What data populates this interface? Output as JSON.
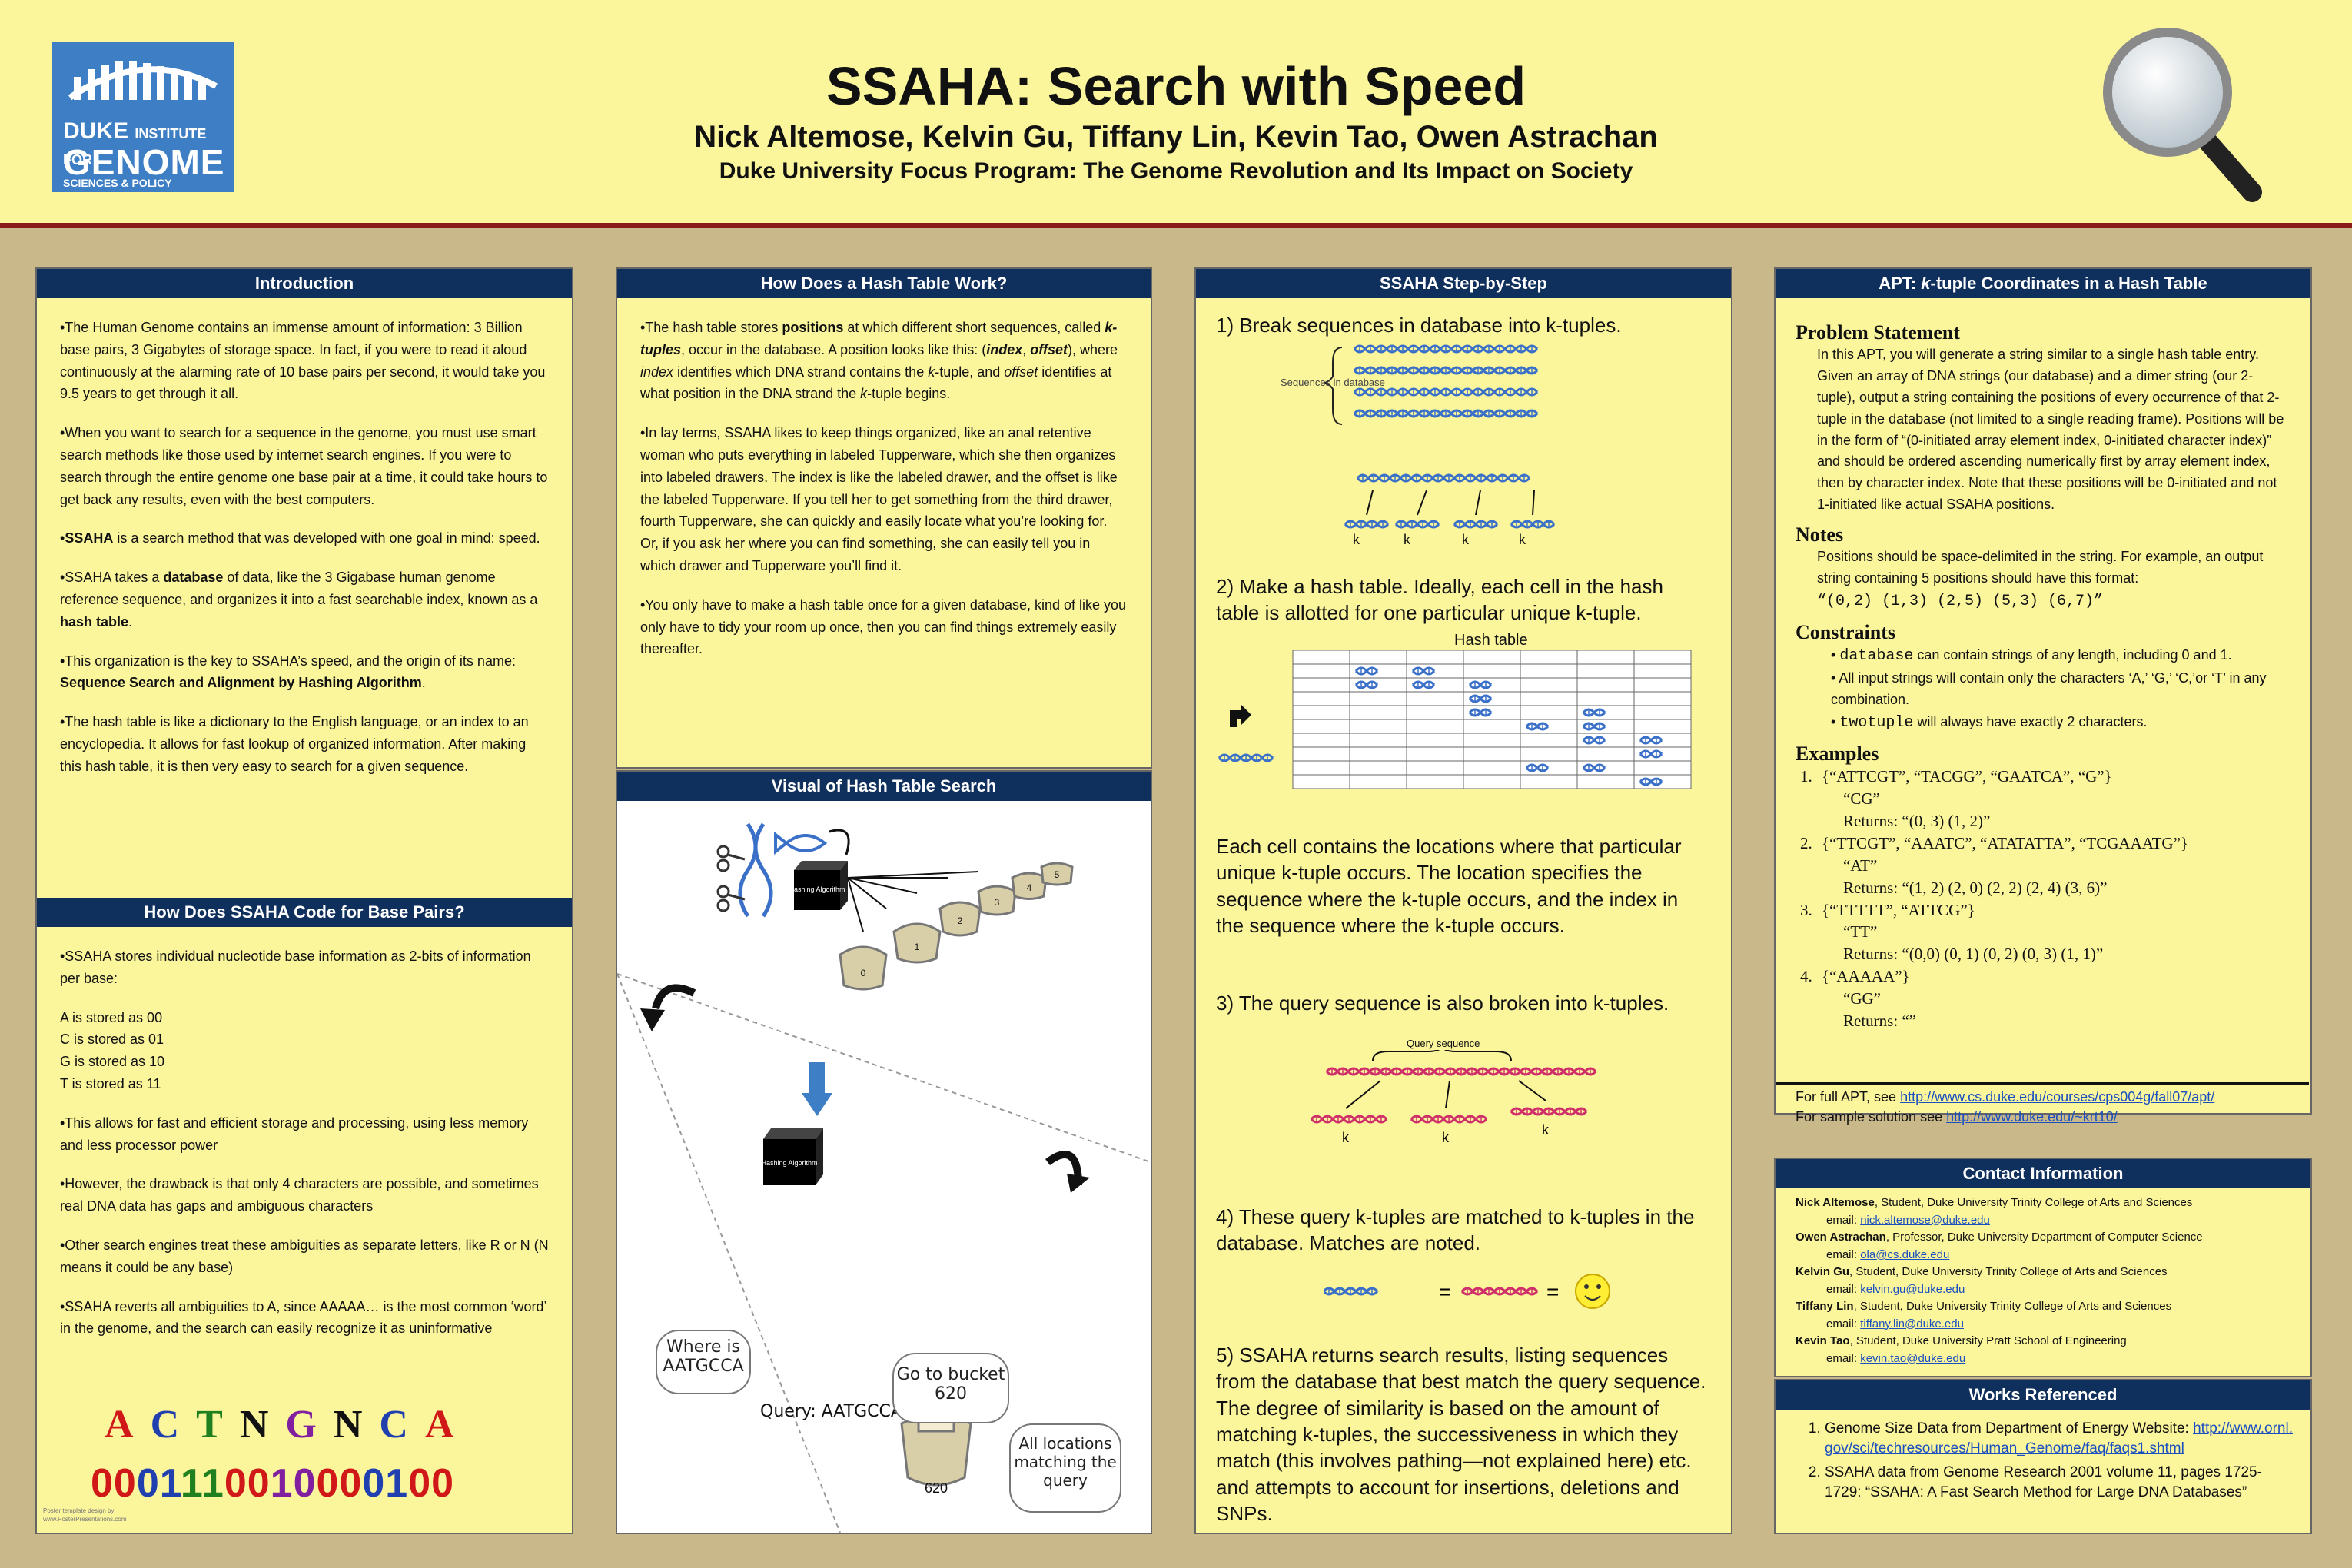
{
  "header": {
    "title": "SSAHA: Search with Speed",
    "authors": "Nick Altemose, Kelvin Gu, Tiffany Lin, Kevin Tao, Owen Astrachan",
    "affiliation": "Duke University Focus Program: The Genome Revolution and Its Impact on Society",
    "logo": {
      "line1": "DUKE",
      "line1b": "INSTITUTE FOR",
      "line2": "GENOME",
      "line3": "SCIENCES & POLICY"
    }
  },
  "intro": {
    "heading": "Introduction",
    "p1": "•The Human Genome contains an immense amount of information: 3 Billion base pairs, 3 Gigabytes of storage space. In fact, if you were to read it aloud continuously at the alarming rate of 10 base pairs per second, it would take you 9.5 years to get through it all.",
    "p2": "•When you want to search for a sequence in the genome, you must use smart search methods like those used by internet search engines. If you were to search through the entire genome one base pair at a time, it could take hours to get back any results, even with the best computers.",
    "p3a": "•",
    "p3b": "SSAHA",
    "p3c": " is a search method that was developed with one goal in mind: speed.",
    "p4a": "•SSAHA takes a ",
    "p4b": "database",
    "p4c": " of data, like the 3 Gigabase human genome reference sequence, and organizes it into a fast searchable index, known as a ",
    "p4d": "hash table",
    "p4e": ".",
    "p5a": "•This organization is the key to SSAHA’s speed, and the origin of its name: ",
    "p5b": "Sequence Search and Alignment by Hashing Algorithm",
    "p5c": ".",
    "p6": "•The hash table is like a dictionary to the English language, or an index to an encyclopedia. It allows for fast lookup of organized information. After making this hash table, it is then very easy to search for a given sequence."
  },
  "code": {
    "heading": "How Does SSAHA Code for Base Pairs?",
    "p1": "•SSAHA stores individual nucleotide base information as 2-bits of information per base:",
    "codes": [
      "A is stored as 00",
      "C is stored as 01",
      "G is stored as 10",
      "T is stored as 11"
    ],
    "p2": "•This allows for fast and efficient storage and processing, using less memory and less processor power",
    "p3": "•However, the drawback is that only 4 characters are possible, and sometimes real DNA data has gaps and ambiguous characters",
    "p4": "•Other search engines treat these ambiguities as separate letters, like R or N (N means it could be any base)",
    "p5": "•SSAHA reverts all ambiguities to A, since AAAAA… is the most common ‘word’ in the genome, and the search can easily recognize it as uninformative",
    "letters": [
      "A",
      "C",
      "T",
      "N",
      "G",
      "N",
      "C",
      "A"
    ],
    "bits": [
      {
        "t": "00",
        "c": "#d01818"
      },
      {
        "t": "01",
        "c": "#2040b0"
      },
      {
        "t": "11",
        "c": "#208020"
      },
      {
        "t": "00",
        "c": "#d01818"
      },
      {
        "t": "10",
        "c": "#8020a0"
      },
      {
        "t": "00",
        "c": "#d01818"
      },
      {
        "t": "01",
        "c": "#2040b0"
      },
      {
        "t": "00",
        "c": "#d01818"
      }
    ],
    "footer1": "Poster template design by",
    "footer2": "www.PosterPresentations.com"
  },
  "hash": {
    "heading": "How Does a Hash Table Work?",
    "p1a": "•The hash table stores ",
    "p1b": "positions",
    "p1c": " at which different short sequences, called ",
    "p1d": "k-tuples",
    "p1e": ", occur in the database. A position looks like this: (",
    "p1f": "index",
    "p1g": ", ",
    "p1h": "offset",
    "p1i": "), where ",
    "p1j": "index",
    "p1k": " identifies which DNA strand contains the ",
    "p1l": "k",
    "p1m": "-tuple, and ",
    "p1n": "offset",
    "p1o": " identifies at what position in the DNA strand the ",
    "p1p": "k",
    "p1q": "-tuple begins.",
    "p2": "•In lay terms, SSAHA likes to keep things organized, like an anal retentive woman who puts everything in labeled Tupperware, which she then organizes into labeled drawers. The index is like the labeled drawer, and the offset is like the labeled Tupperware. If you tell her to get something from the third drawer, fourth Tupperware, she can quickly and easily locate what you’re looking for. Or, if you ask her where you can find something, she can easily tell you in which drawer and Tupperware you’ll find it.",
    "p3": "•You only have to make a hash table once for a given database, kind of like you only have to tidy your room up once, then you can find things extremely easily thereafter."
  },
  "visual": {
    "heading": "Visual of Hash Table Search",
    "box_label": "Hashing Algorithm",
    "bubble1": "Where is AATGCCA",
    "query": "Query: AATGCCA",
    "bubble2": "Go to bucket 620",
    "bubble3": "All locations matching the query",
    "bucket_label": "620",
    "bucket_nums": [
      "0",
      "1",
      "2",
      "3",
      "4",
      "5"
    ]
  },
  "steps": {
    "heading": "SSAHA Step-by-Step",
    "s1": "1) Break sequences in database into k-tuples.",
    "seq_label": "Sequences in database",
    "k": "k",
    "s2": "2) Make a hash table. Ideally, each cell in the hash table is allotted for one particular unique k-tuple.",
    "hash_label": "Hash table",
    "each": "Each cell contains the locations where that particular unique k-tuple occurs. The location specifies the sequence where the k-tuple occurs, and the index in the sequence where the k-tuple occurs.",
    "s3": "3) The query sequence is also broken into k-tuples.",
    "query_label": "Query sequence",
    "s4": "4) These query k-tuples are matched to k-tuples in the database. Matches are noted.",
    "eq": "=",
    "s5": "5) SSAHA returns search results, listing sequences from the database that best match the query sequence. The degree of similarity is based on the amount of matching k-tuples, the successiveness in which they match (this involves pathing—not explained here) etc. and attempts to account for insertions, deletions and SNPs."
  },
  "apt": {
    "heading_a": "APT: ",
    "heading_b": "k",
    "heading_c": "-tuple Coordinates in a Hash Table",
    "ps_title": "Problem Statement",
    "ps": "In this APT, you will generate a string similar to a single hash table entry. Given an array of DNA strings (our database) and a dimer string (our 2-tuple), output a string containing the positions of every occurrence of that 2-tuple in the database (not limited to a single reading frame). Positions will be in the form of “(0-initiated array element index, 0-initiated character index)” and should be ordered ascending numerically first by array element index, then by character index. Note that these positions will be 0-initiated and not 1-initiated like actual SSAHA positions.",
    "notes_title": "Notes",
    "notes": "Positions should be space-delimited in the string. For example, an output string containing 5 positions should have this format:",
    "notes_code": "“(0,2) (1,3) (2,5) (5,3) (6,7)”",
    "con_title": "Constraints",
    "c1a": "database",
    "c1b": " can contain strings of any length, including 0 and 1.",
    "c2": "All input strings will contain only the characters ‘A,’ ‘G,’ ‘C,’or ‘T’ in any combination.",
    "c3a": "twotuple",
    "c3b": " will always have exactly 2 characters.",
    "ex_title": "Examples",
    "examples": [
      {
        "n": "1.",
        "db": "{“ATTCGT”, “TACGG”, “GAATCA”, “G”}",
        "t": "“CG”",
        "r": "Returns: “(0, 3) (1, 2)”"
      },
      {
        "n": "2.",
        "db": "{“TTCGT”, “AAATC”, “ATATATTA”, “TCGAAATG”}",
        "t": "“AT”",
        "r": "Returns: “(1, 2) (2, 0) (2, 2) (2, 4) (3, 6)”"
      },
      {
        "n": "3.",
        "db": "{“TTTTT”, “ATTCG”}",
        "t": "“TT”",
        "r": "Returns: “(0,0) (0, 1) (0, 2) (0, 3) (1, 1)”"
      },
      {
        "n": "4.",
        "db": "{“AAAAA”}",
        "t": "“GG”",
        "r": "Returns: “”"
      }
    ],
    "full_a": "For full APT, see ",
    "full_link": "http://www.cs.duke.edu/courses/cps004g/fall07/apt/",
    "sol_a": "For sample solution see ",
    "sol_link": "http://www.duke.edu/~krt10/"
  },
  "contact": {
    "heading": "Contact Information",
    "people": [
      {
        "name": "Nick Altemose",
        "role": ", Student, Duke University Trinity College of Arts and Sciences",
        "email": "nick.altemose@duke.edu"
      },
      {
        "name": "Owen Astrachan",
        "role": ", Professor, Duke University Department of Computer Science",
        "email": "ola@cs.duke.edu"
      },
      {
        "name": "Kelvin Gu",
        "role": ", Student, Duke University Trinity College of Arts and Sciences",
        "email": "kelvin.gu@duke.edu"
      },
      {
        "name": "Tiffany Lin",
        "role": ", Student, Duke University Trinity College of Arts and Sciences",
        "email": "tiffany.lin@duke.edu"
      },
      {
        "name": "Kevin Tao",
        "role": ", Student, Duke University Pratt School of Engineering",
        "email": "kevin.tao@duke.edu"
      }
    ],
    "email_label": "email: "
  },
  "works": {
    "heading": "Works Referenced",
    "r1a": "Genome Size Data from Department of Energy Website: ",
    "r1b": "http://www.ornl.gov/sci/techresources/Human_Genome/faq/faqs1.shtml",
    "r2": "SSAHA data from Genome Research 2001 volume 11, pages 1725-1729: “SSAHA: A Fast Search Method for Large DNA Databases”"
  },
  "colors": {
    "header_bg": "#fbf59c",
    "section_bar": "#0f2f5c",
    "rule": "#8b1a1a",
    "page_bg": "#c9b98a"
  }
}
